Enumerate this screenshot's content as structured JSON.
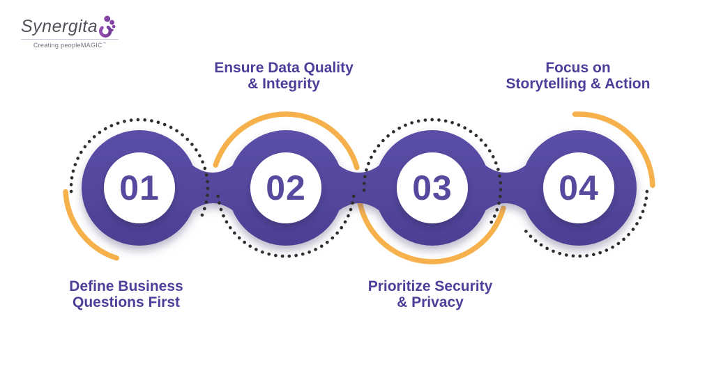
{
  "logo": {
    "wordmark": "Synergita",
    "tagline": "Creating peopleMAGIC",
    "trademark_mark": "™"
  },
  "steps": [
    {
      "number": "01",
      "label_lines": [
        "Define Business",
        "Questions First"
      ],
      "label_position": "below"
    },
    {
      "number": "02",
      "label_lines": [
        "Ensure Data Quality",
        "& Integrity"
      ],
      "label_position": "above"
    },
    {
      "number": "03",
      "label_lines": [
        "Prioritize Security",
        "& Privacy"
      ],
      "label_position": "below"
    },
    {
      "number": "04",
      "label_lines": [
        "Focus on",
        "Storytelling & Action"
      ],
      "label_position": "above"
    }
  ],
  "colors": {
    "step_purple": "#55499C",
    "accent_yellow": "#F6B14C",
    "text_purple": "#4C3F99",
    "dot_black": "#2E2E2E",
    "background": "#FFFFFF",
    "logo_icon_purple": "#7C3F9F",
    "logo_text_gray": "#544F59",
    "tagline_gray": "#70707A"
  }
}
